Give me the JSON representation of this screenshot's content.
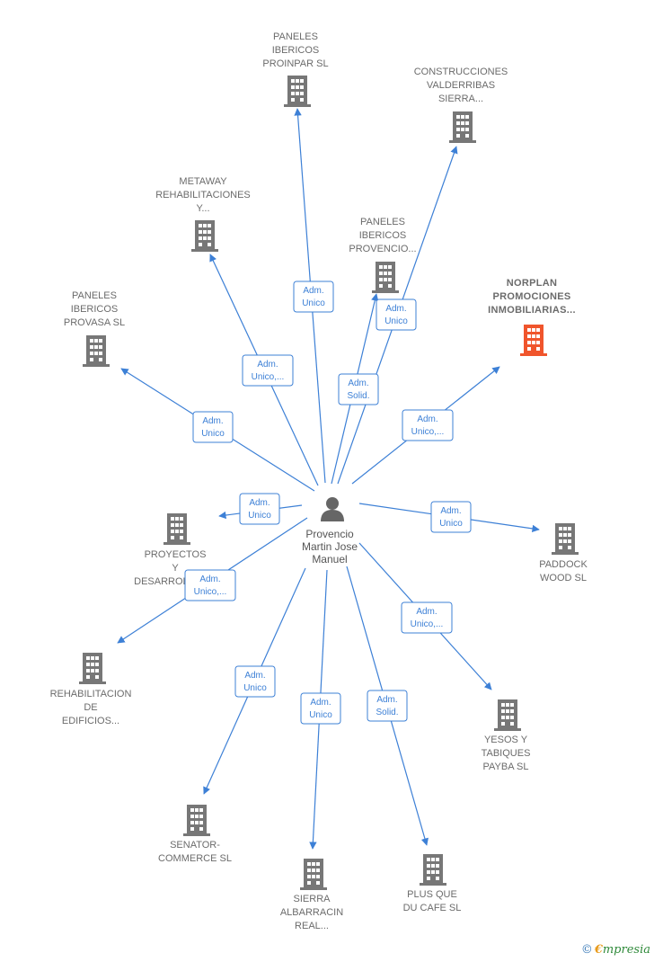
{
  "center": {
    "name_lines": [
      "Provencio",
      "Martin Jose",
      "Manuel"
    ],
    "icon": "person-icon"
  },
  "colors": {
    "edge": "#3d80d6",
    "company_icon": "#777777",
    "highlight_icon": "#f0552c",
    "label_text": "#6b6b6b"
  },
  "companies": [
    {
      "id": "paneles-proinpar",
      "lines": [
        "PANELES",
        "IBERICOS",
        "PROINPAR  SL"
      ],
      "role": [
        "Adm.",
        "Unico"
      ],
      "highlight": false
    },
    {
      "id": "construcciones-valderribas",
      "lines": [
        "CONSTRUCCIONES",
        "VALDERRIBAS",
        "SIERRA..."
      ],
      "role": [
        "Adm.",
        "Unico"
      ],
      "highlight": false
    },
    {
      "id": "metaway",
      "lines": [
        "METAWAY",
        "REHABILITACIONES",
        "Y..."
      ],
      "role": [
        "Adm.",
        "Unico,..."
      ],
      "highlight": false
    },
    {
      "id": "paneles-provencio",
      "lines": [
        "PANELES",
        "IBERICOS",
        "PROVENCIO..."
      ],
      "role": [
        "Adm.",
        "Solid."
      ],
      "highlight": false
    },
    {
      "id": "norplan",
      "lines": [
        "NORPLAN",
        "PROMOCIONES",
        "INMOBILIARIAS..."
      ],
      "role": [
        "Adm.",
        "Unico,..."
      ],
      "highlight": true
    },
    {
      "id": "paneles-provasa",
      "lines": [
        "PANELES",
        "IBERICOS",
        "PROVASA  SL"
      ],
      "role": [
        "Adm.",
        "Unico"
      ],
      "highlight": false
    },
    {
      "id": "proyectos",
      "lines": [
        "PROYECTOS",
        "Y",
        "DESARROLLOS..."
      ],
      "role": [
        "Adm.",
        "Unico"
      ],
      "highlight": false
    },
    {
      "id": "paddock",
      "lines": [
        "PADDOCK",
        "WOOD SL"
      ],
      "role": [
        "Adm.",
        "Unico"
      ],
      "highlight": false
    },
    {
      "id": "rehabilitacion",
      "lines": [
        "REHABILITACION",
        "DE",
        "EDIFICIOS..."
      ],
      "role": [
        "Adm.",
        "Unico,..."
      ],
      "highlight": false
    },
    {
      "id": "yesos",
      "lines": [
        "YESOS Y",
        "TABIQUES",
        "PAYBA SL"
      ],
      "role": [
        "Adm.",
        "Unico,..."
      ],
      "highlight": false
    },
    {
      "id": "senator",
      "lines": [
        "SENATOR-",
        "COMMERCE SL"
      ],
      "role": [
        "Adm.",
        "Unico"
      ],
      "highlight": false
    },
    {
      "id": "sierra-albarracin",
      "lines": [
        "SIERRA",
        "ALBARRACIN",
        "REAL..."
      ],
      "role": [
        "Adm.",
        "Unico"
      ],
      "highlight": false
    },
    {
      "id": "plus-que-du-cafe",
      "lines": [
        "PLUS QUE",
        "DU CAFE  SL"
      ],
      "role": [
        "Adm.",
        "Solid."
      ],
      "highlight": false
    }
  ],
  "footer": {
    "copyright_symbol": "©",
    "brand_initial": "€",
    "brand_rest": "mpresia"
  }
}
